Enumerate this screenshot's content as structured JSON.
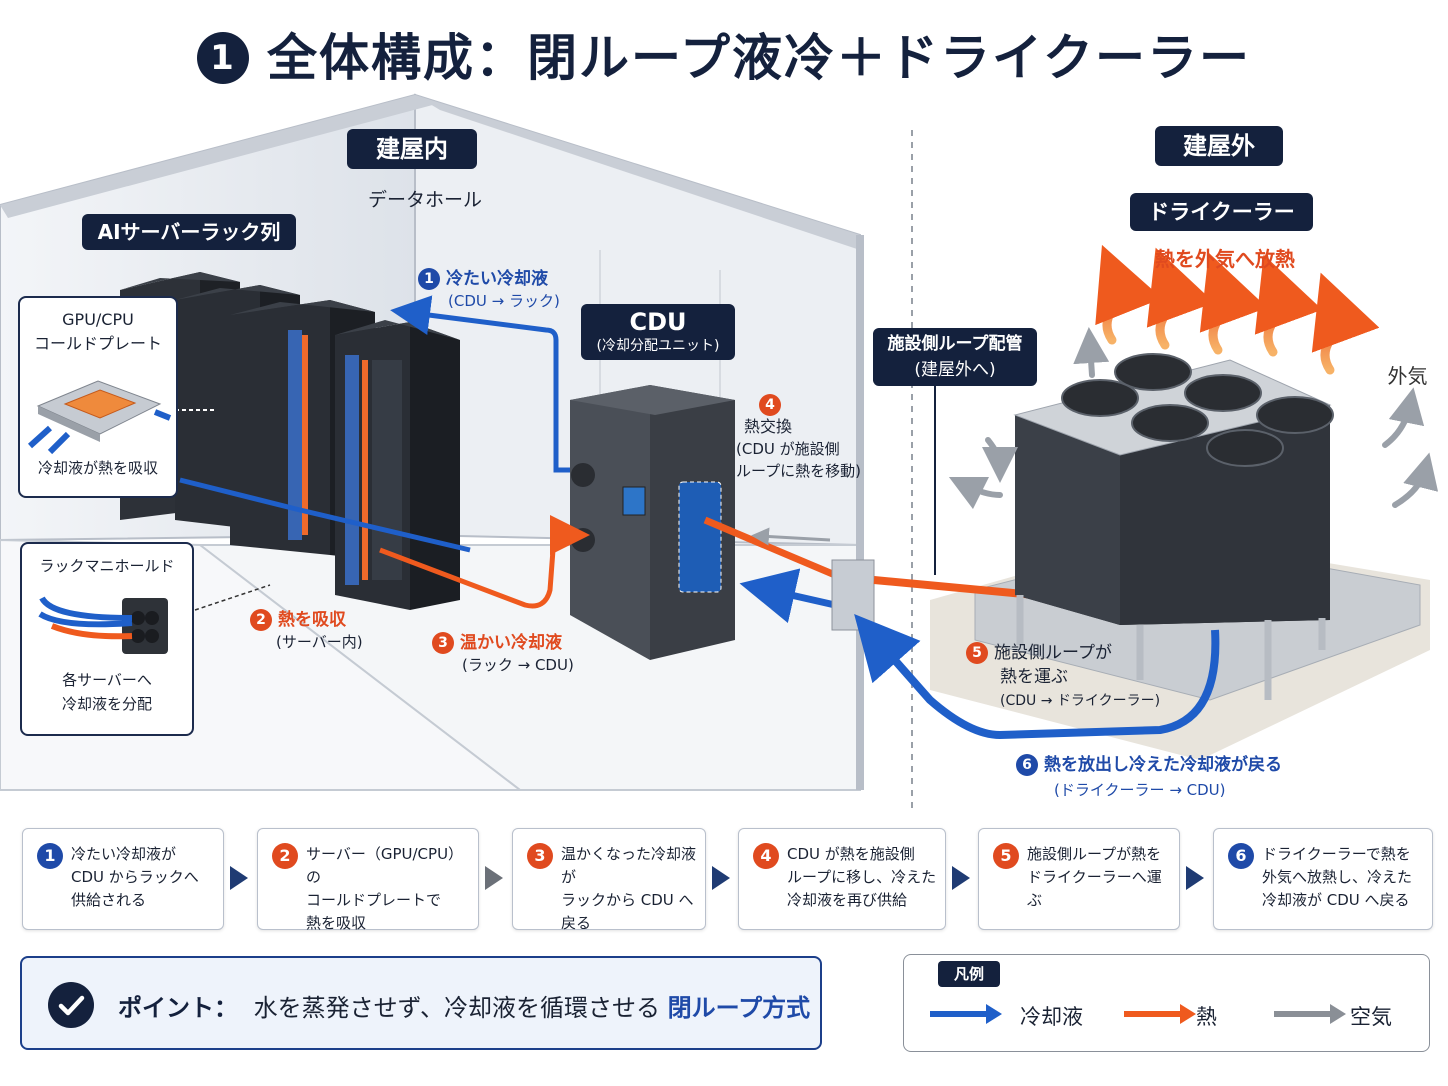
{
  "title": {
    "number": "1",
    "text": "全体構成：閉ループ液冷＋ドライクーラー"
  },
  "zones": {
    "inside": "建屋内",
    "outside": "建屋外"
  },
  "hall_label": "データホール",
  "rack_row_label": "AIサーバーラック列",
  "coldplate": {
    "title_line1": "GPU/CPU",
    "title_line2": "コールドプレート",
    "caption": "冷却液が熱を吸収"
  },
  "manifold": {
    "title": "ラックマニホールド",
    "caption_line1": "各サーバーへ",
    "caption_line2": "冷却液を分配"
  },
  "cdu": {
    "name": "CDU",
    "sub": "(冷却分配ユニット)"
  },
  "facility_pipe": {
    "line1": "施設側ループ配管",
    "line2": "(建屋外へ)"
  },
  "drycooler": {
    "name": "ドライクーラー",
    "heat_label": "熱を外気へ放熱",
    "air_label": "外気"
  },
  "callouts": {
    "c1": {
      "num": "1",
      "title": "冷たい冷却液",
      "sub": "(CDU → ラック)"
    },
    "c2": {
      "num": "2",
      "title": "熱を吸収",
      "sub": "(サーバー内)"
    },
    "c3": {
      "num": "3",
      "title": "温かい冷却液",
      "sub": "(ラック → CDU)"
    },
    "c4": {
      "num": "4",
      "title": "熱交換",
      "sub1": "(CDU が施設側",
      "sub2": "ループに熱を移動)"
    },
    "c5": {
      "num": "5",
      "title1": "施設側ループが",
      "title2": "熱を運ぶ",
      "sub": "(CDU → ドライクーラー)"
    },
    "c6": {
      "num": "6",
      "title": "熱を放出し冷えた冷却液が戻る",
      "sub": "(ドライクーラー → CDU)"
    }
  },
  "steps": [
    {
      "num": "1",
      "text": "冷たい冷却液が\nCDU からラックへ\n供給される"
    },
    {
      "num": "2",
      "text": "サーバー（GPU/CPU）の\nコールドプレートで\n熱を吸収"
    },
    {
      "num": "3",
      "text": "温かくなった冷却液が\nラックから CDU へ\n戻る"
    },
    {
      "num": "4",
      "text": "CDU が熱を施設側\nループに移し、冷えた\n冷却液を再び供給"
    },
    {
      "num": "5",
      "text": "施設側ループが熱を\nドライクーラーへ運ぶ"
    },
    {
      "num": "6",
      "text": "ドライクーラーで熱を\n外気へ放熱し、冷えた\n冷却液が CDU へ戻る"
    }
  ],
  "point": {
    "label": "ポイント：",
    "text": "水を蒸発させず、冷却液を循環させる",
    "highlight": "閉ループ方式"
  },
  "legend": {
    "title": "凡例",
    "coolant": "冷却液",
    "heat": "熱",
    "air": "空気"
  },
  "colors": {
    "navy": "#14213d",
    "coolant": "#1f5fc9",
    "heat": "#ef5a1e",
    "air": "#8a8f96"
  }
}
